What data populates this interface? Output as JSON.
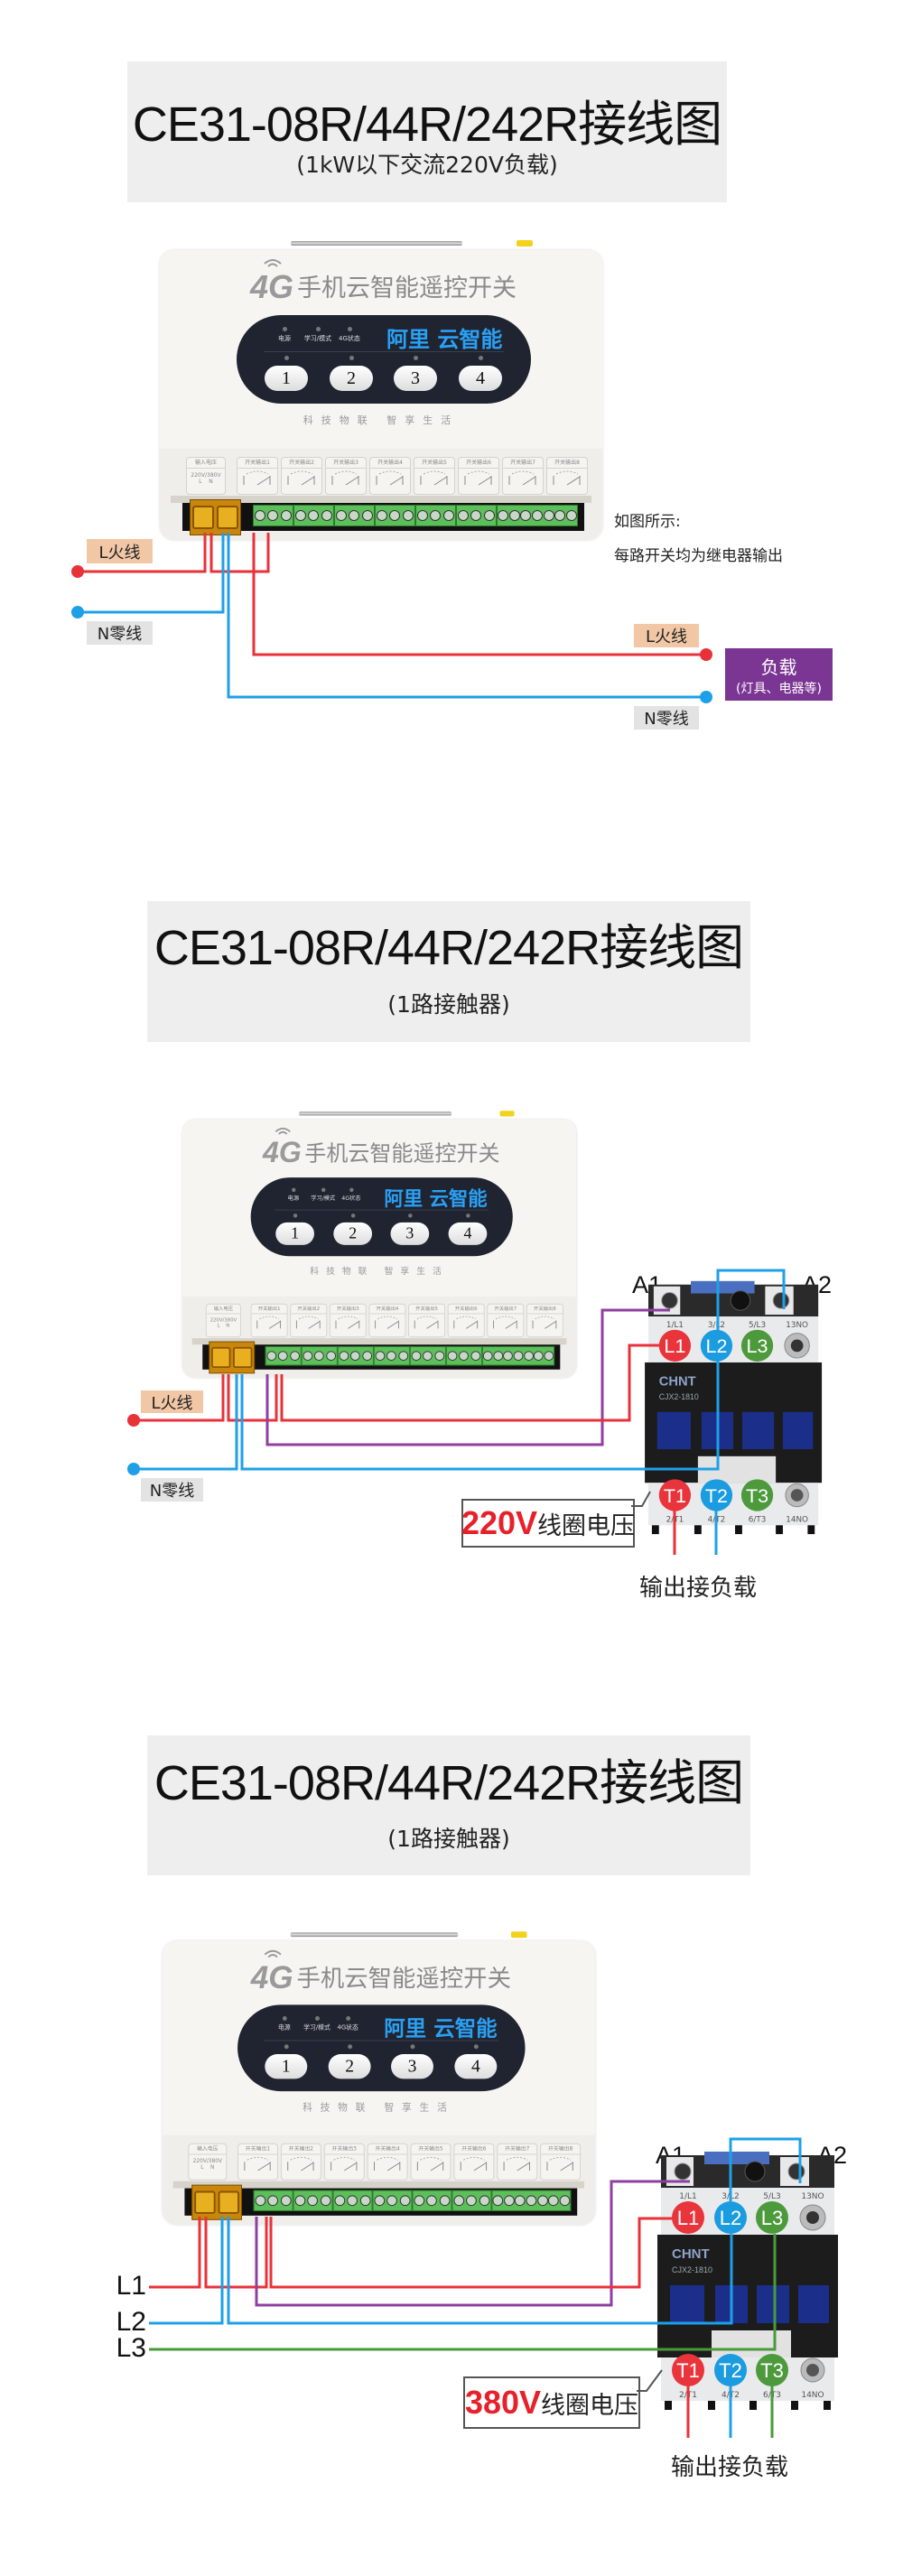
{
  "sections": [
    {
      "title": "CE31-08R/44R/242R接线图",
      "subtitle": "(1kW以下交流220V负载)",
      "note_line1": "如图所示:",
      "note_line2": "每路开关均为继电器输出",
      "labels": {
        "l_in": "L火线",
        "n_in": "N零线",
        "l_out": "L火线",
        "n_out": "N零线"
      },
      "load": {
        "title": "负载",
        "subtitle": "(灯具、电器等)"
      }
    },
    {
      "title": "CE31-08R/44R/242R接线图",
      "subtitle": "(1路接触器)",
      "labels": {
        "l_in": "L火线",
        "n_in": "N零线"
      },
      "coil_voltage": "220V",
      "coil_text": "线圈电压",
      "output_text": "输出接负载"
    },
    {
      "title": "CE31-08R/44R/242R接线图",
      "subtitle": "(1路接触器)",
      "line_labels": [
        "L1",
        "L2",
        "L3"
      ],
      "coil_voltage": "380V",
      "coil_text": "线圈电压",
      "output_text": "输出接负载"
    }
  ],
  "device": {
    "badge": "4G",
    "product_name": "手机云智能遥控开关",
    "brand": "阿里 云智能",
    "indicators": [
      "电源",
      "学习/模式",
      "4G状态"
    ],
    "buttons": [
      "1",
      "2",
      "3",
      "4"
    ],
    "slogan": "科技物联 智享生活",
    "input_label": "输入电压",
    "input_voltage": "220V/380V",
    "input_terminals": "L    N",
    "outputs": [
      "开关输出1",
      "开关输出2",
      "开关输出3",
      "开关输出4",
      "开关输出5",
      "开关输出6",
      "开关输出7",
      "开关输出8"
    ]
  },
  "contactor": {
    "brand": "CHNT",
    "model": "CJX2-1810",
    "coil_terminals": [
      "A1",
      "A2"
    ],
    "top_labels": [
      "1/L1",
      "3/L2",
      "5/L3",
      "13NO"
    ],
    "bottom_labels": [
      "2/T1",
      "4/T2",
      "6/T3",
      "14NO"
    ],
    "inputs": [
      "L1",
      "L2",
      "L3"
    ],
    "outputs": [
      "T1",
      "T2",
      "T3"
    ]
  },
  "colors": {
    "live_wire": "#e8323a",
    "neutral_wire": "#1ea0e8",
    "phase3_wire": "#4a9a3a",
    "coil_wire": "#8e3fa0",
    "load_box": "#7b3593",
    "brand_blue": "#2aa0f5"
  }
}
